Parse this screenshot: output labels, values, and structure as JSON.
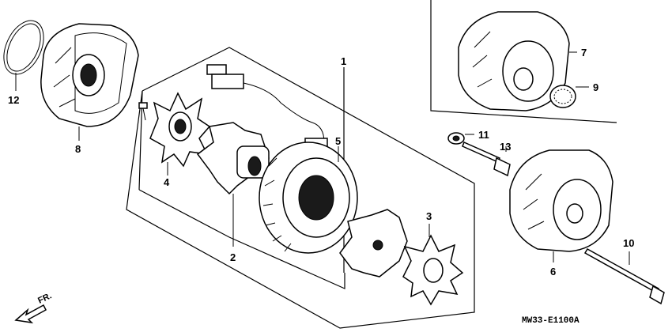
{
  "parts": [
    {
      "id": "part-1",
      "label": "1"
    },
    {
      "id": "part-2",
      "label": "2"
    },
    {
      "id": "part-3",
      "label": "3"
    },
    {
      "id": "part-4",
      "label": "4"
    },
    {
      "id": "part-5",
      "label": "5"
    },
    {
      "id": "part-6",
      "label": "6"
    },
    {
      "id": "part-7",
      "label": "7"
    },
    {
      "id": "part-8",
      "label": "8"
    },
    {
      "id": "part-9",
      "label": "9"
    },
    {
      "id": "part-10",
      "label": "10"
    },
    {
      "id": "part-11",
      "label": "11"
    },
    {
      "id": "part-12",
      "label": "12"
    },
    {
      "id": "part-13",
      "label": "13"
    }
  ],
  "front_indicator": "FR.",
  "diagram_code": "MW33-E1100A"
}
